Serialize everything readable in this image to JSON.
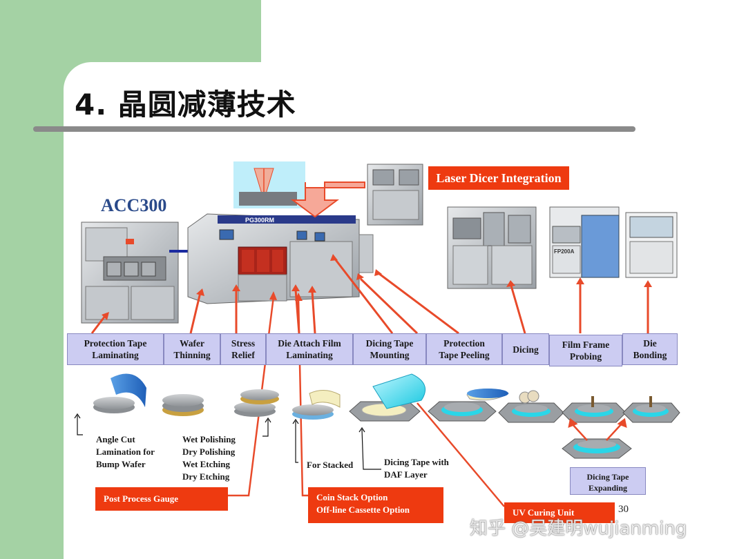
{
  "title": "4. 晶圆减薄技术",
  "machine_label": "ACC300",
  "machine_brand": "PG300RM",
  "laser_banner": "Laser Dicer Integration",
  "equipment_labels": {
    "fp": "FP200A"
  },
  "process_steps": [
    {
      "label": "Protection Tape\nLaminating"
    },
    {
      "label": "Wafer\nThinning"
    },
    {
      "label": "Stress\nRelief"
    },
    {
      "label": "Die Attach Film\nLaminating"
    },
    {
      "label": "Dicing  Tape\nMounting"
    },
    {
      "label": "Protection\nTape Peeling"
    },
    {
      "label": "Dicing"
    },
    {
      "label": "Film Frame\nProbing"
    },
    {
      "label": "Die\nBonding"
    }
  ],
  "notes": {
    "angle_cut": "Angle Cut\nLamination for\nBump Wafer",
    "polishing": "Wet Polishing\nDry Polishing\nWet Etching\nDry Etching",
    "stacked": "For Stacked",
    "daf": "Dicing Tape with\nDAF Layer"
  },
  "boxes": {
    "post_process": "Post Process Gauge",
    "coin_stack": "Coin Stack Option\nOff-line Cassette Option",
    "uv_cure": "UV Curing Unit",
    "expanding": "Dicing Tape\nExpanding"
  },
  "page_number": "30",
  "watermark": "知乎 @吴建明wujianming",
  "colors": {
    "accent_red": "#ee3a10",
    "step_fill": "#ccccf2",
    "slide_green": "#a4d2a4",
    "title_rule": "#8a8a8a",
    "arrow_blue": "#1a2aa0"
  }
}
